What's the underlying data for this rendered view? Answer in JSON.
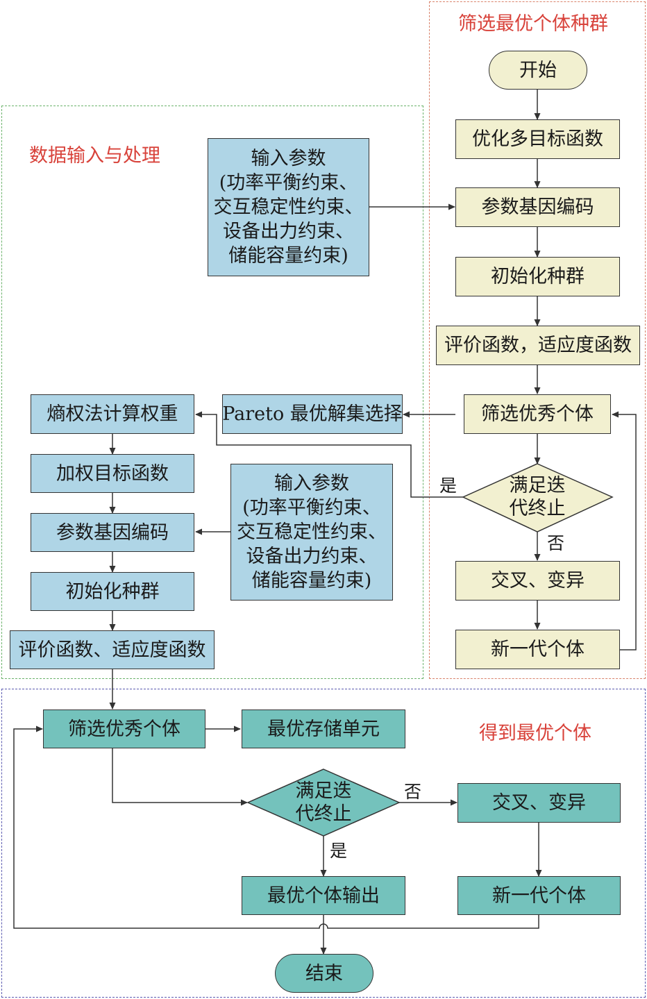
{
  "regions": {
    "data_input": "数据输入与处理",
    "select_best": "筛选最优个体种群",
    "get_best": "得到最优个体"
  },
  "right_flow": {
    "start": "开始",
    "optimize": "优化多目标函数",
    "encode": "参数基因编码",
    "init": "初始化种群",
    "evaluate": "评价函数，适应度函数",
    "select": "筛选优秀个体",
    "decision": "满足迭\n代终止",
    "crossover": "交叉、变异",
    "new_gen": "新一代个体",
    "yes": "是",
    "no": "否"
  },
  "left_flow": {
    "input_params_top": "输入参数\n(功率平衡约束、\n交互稳定性约束、\n设备出力约束、\n储能容量约束)",
    "pareto": "Pareto 最优解集选择",
    "entropy": "熵权法计算权重",
    "weighted": "加权目标函数",
    "encode": "参数基因编码",
    "init": "初始化种群",
    "evaluate": "评价函数、适应度函数",
    "input_params_mid": "输入参数\n(功率平衡约束、\n交互稳定性约束、\n设备出力约束、\n储能容量约束)"
  },
  "bottom_flow": {
    "select": "筛选优秀个体",
    "storage": "最优存储单元",
    "decision": "满足迭\n代终止",
    "crossover": "交叉、变异",
    "output": "最优个体输出",
    "new_gen": "新一代个体",
    "end": "结束",
    "yes": "是",
    "no": "否"
  },
  "colors": {
    "beige": "#f2f0d0",
    "light_blue": "#afd5e6",
    "teal": "#74c2bc",
    "title_red": "#d8423a"
  }
}
